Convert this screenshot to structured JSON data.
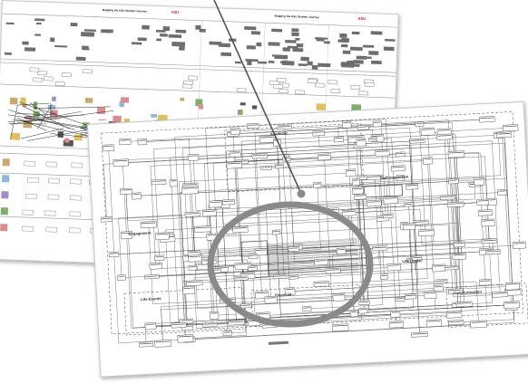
{
  "back_sheet": {
    "titles": [
      "Mapping the ASU Student Journey",
      "Mapping the ASU Student Journey"
    ],
    "logos": [
      "ASU",
      "ASU"
    ]
  },
  "front_sheet": {
    "region_labels": [
      "Academic",
      "Staff Interaction",
      "Engagement",
      "Life Events",
      "Financial",
      "Life Goals",
      "Communication"
    ]
  },
  "colors": {
    "accent_ring": "#8a8a8a",
    "line": "#555555",
    "logo": "#c8102e"
  }
}
